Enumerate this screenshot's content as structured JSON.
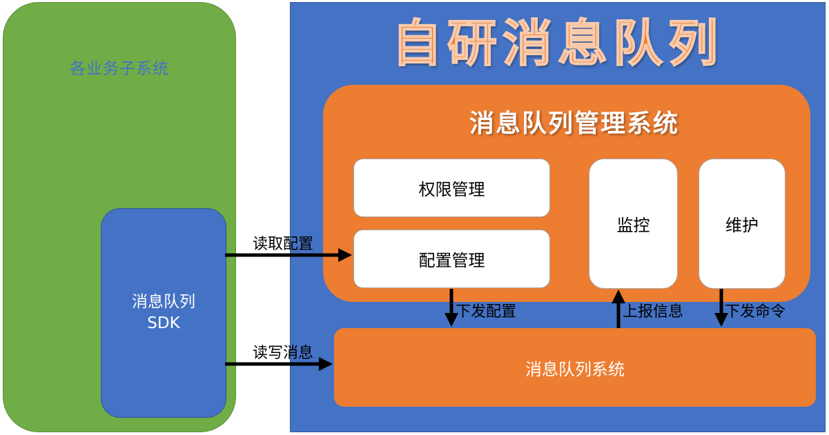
{
  "business_system": {
    "title": "各业务子系统"
  },
  "sdk": {
    "line1": "消息队列",
    "line2": "SDK"
  },
  "main_title": "自研消息队列",
  "management_system": {
    "title": "消息队列管理系统",
    "permission_management": "权限管理",
    "config_management": "配置管理",
    "monitoring": "监控",
    "maintenance": "维护"
  },
  "message_queue_system": "消息队列系统",
  "arrows": {
    "read_config": "读取配置",
    "read_write_messages": "读写消息",
    "push_config": "下发配置",
    "report_info": "上报信息",
    "push_command": "下发命令"
  },
  "colors": {
    "green_panel": "#70ad47",
    "blue_panel": "#4472c4",
    "orange": "#ed7d31",
    "white_box": "#ffffff",
    "arrow": "#000000"
  }
}
